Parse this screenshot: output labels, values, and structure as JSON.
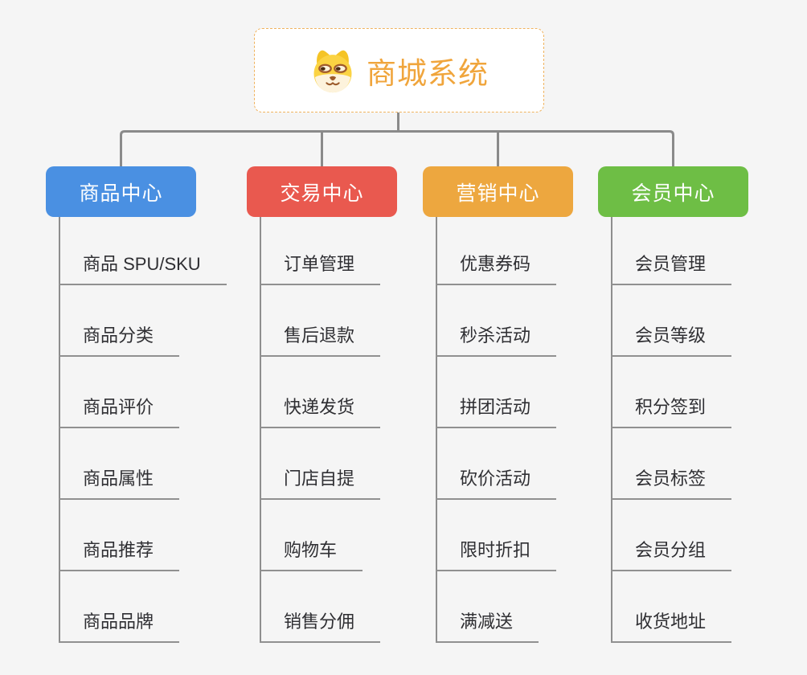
{
  "root": {
    "title": "商城系统",
    "icon": "dog-icon",
    "text_color": "#f0a53c",
    "border_color": "#f0b35e"
  },
  "branches": [
    {
      "label": "商品中心",
      "color": "#4a90e2",
      "children": [
        "商品 SPU/SKU",
        "商品分类",
        "商品评价",
        "商品属性",
        "商品推荐",
        "商品品牌"
      ]
    },
    {
      "label": "交易中心",
      "color": "#e9594f",
      "children": [
        "订单管理",
        "售后退款",
        "快递发货",
        "门店自提",
        "购物车",
        "销售分佣"
      ]
    },
    {
      "label": "营销中心",
      "color": "#eda73f",
      "children": [
        "优惠券码",
        "秒杀活动",
        "拼团活动",
        "砍价活动",
        "限时折扣",
        "满减送"
      ]
    },
    {
      "label": "会员中心",
      "color": "#6ebe45",
      "children": [
        "会员管理",
        "会员等级",
        "积分签到",
        "会员标签",
        "会员分组",
        "收货地址"
      ]
    }
  ],
  "colors": {
    "background": "#f5f5f5",
    "connector": "#8a8a8a",
    "underline": "#909090",
    "child_text": "#2f2f33",
    "branch_text": "#ffffff"
  }
}
